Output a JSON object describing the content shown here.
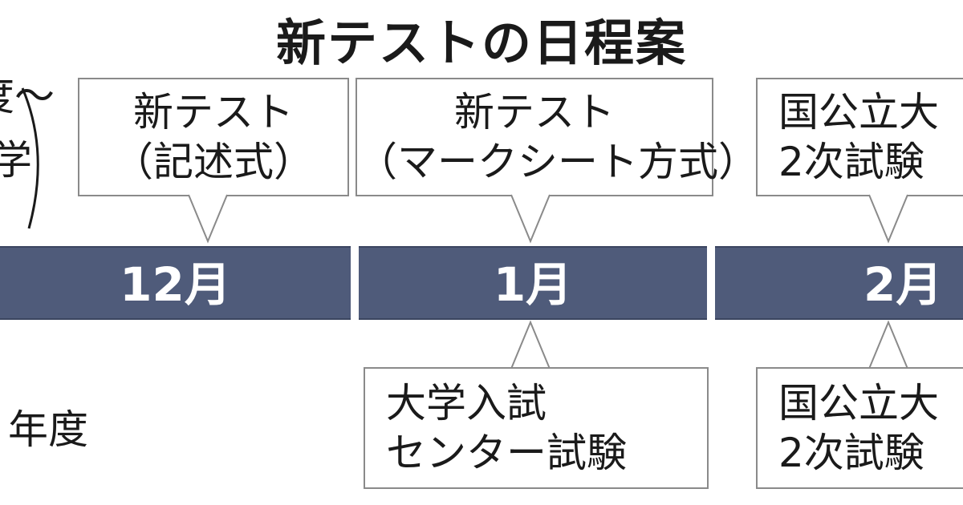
{
  "title": "新テストの日程案",
  "edge_fragments": {
    "top_line1": "度～",
    "top_line2": "学",
    "bottom": "年度"
  },
  "months": [
    "12月",
    "1月",
    "2月"
  ],
  "new_plan": [
    {
      "line1": "新テスト",
      "line2": "（記述式）"
    },
    {
      "line1": "新テスト",
      "line2": "（マークシート方式）"
    },
    {
      "line1": "国公立大",
      "line2": "2次試験"
    }
  ],
  "current_plan": [
    {
      "line1": "大学入試",
      "line2": "センター試験"
    },
    {
      "line1": "国公立大",
      "line2": "2次試験"
    }
  ]
}
